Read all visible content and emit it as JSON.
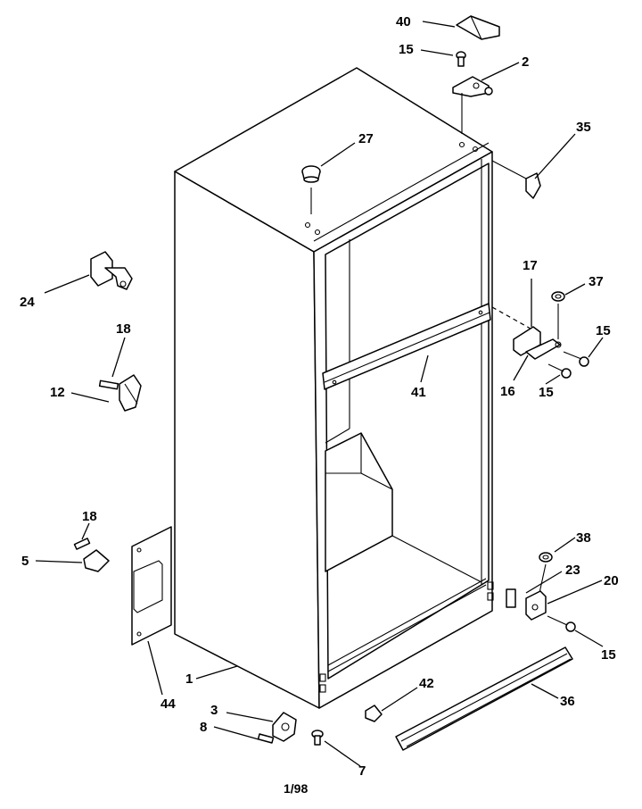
{
  "callouts": [
    {
      "id": "c40",
      "label": "40"
    },
    {
      "id": "c15a",
      "label": "15"
    },
    {
      "id": "c2",
      "label": "2"
    },
    {
      "id": "c27",
      "label": "27"
    },
    {
      "id": "c35",
      "label": "35"
    },
    {
      "id": "c24",
      "label": "24"
    },
    {
      "id": "c17",
      "label": "17"
    },
    {
      "id": "c37",
      "label": "37"
    },
    {
      "id": "c18a",
      "label": "18"
    },
    {
      "id": "c15b",
      "label": "15"
    },
    {
      "id": "c12",
      "label": "12"
    },
    {
      "id": "c41",
      "label": "41"
    },
    {
      "id": "c16",
      "label": "16"
    },
    {
      "id": "c15c",
      "label": "15"
    },
    {
      "id": "c18b",
      "label": "18"
    },
    {
      "id": "c38",
      "label": "38"
    },
    {
      "id": "c5",
      "label": "5"
    },
    {
      "id": "c23",
      "label": "23"
    },
    {
      "id": "c20",
      "label": "20"
    },
    {
      "id": "c15d",
      "label": "15"
    },
    {
      "id": "c1",
      "label": "1"
    },
    {
      "id": "c44",
      "label": "44"
    },
    {
      "id": "c42",
      "label": "42"
    },
    {
      "id": "c36",
      "label": "36"
    },
    {
      "id": "c3",
      "label": "3"
    },
    {
      "id": "c8",
      "label": "8"
    },
    {
      "id": "c7",
      "label": "7"
    }
  ],
  "footer": {
    "code": "1/98"
  }
}
